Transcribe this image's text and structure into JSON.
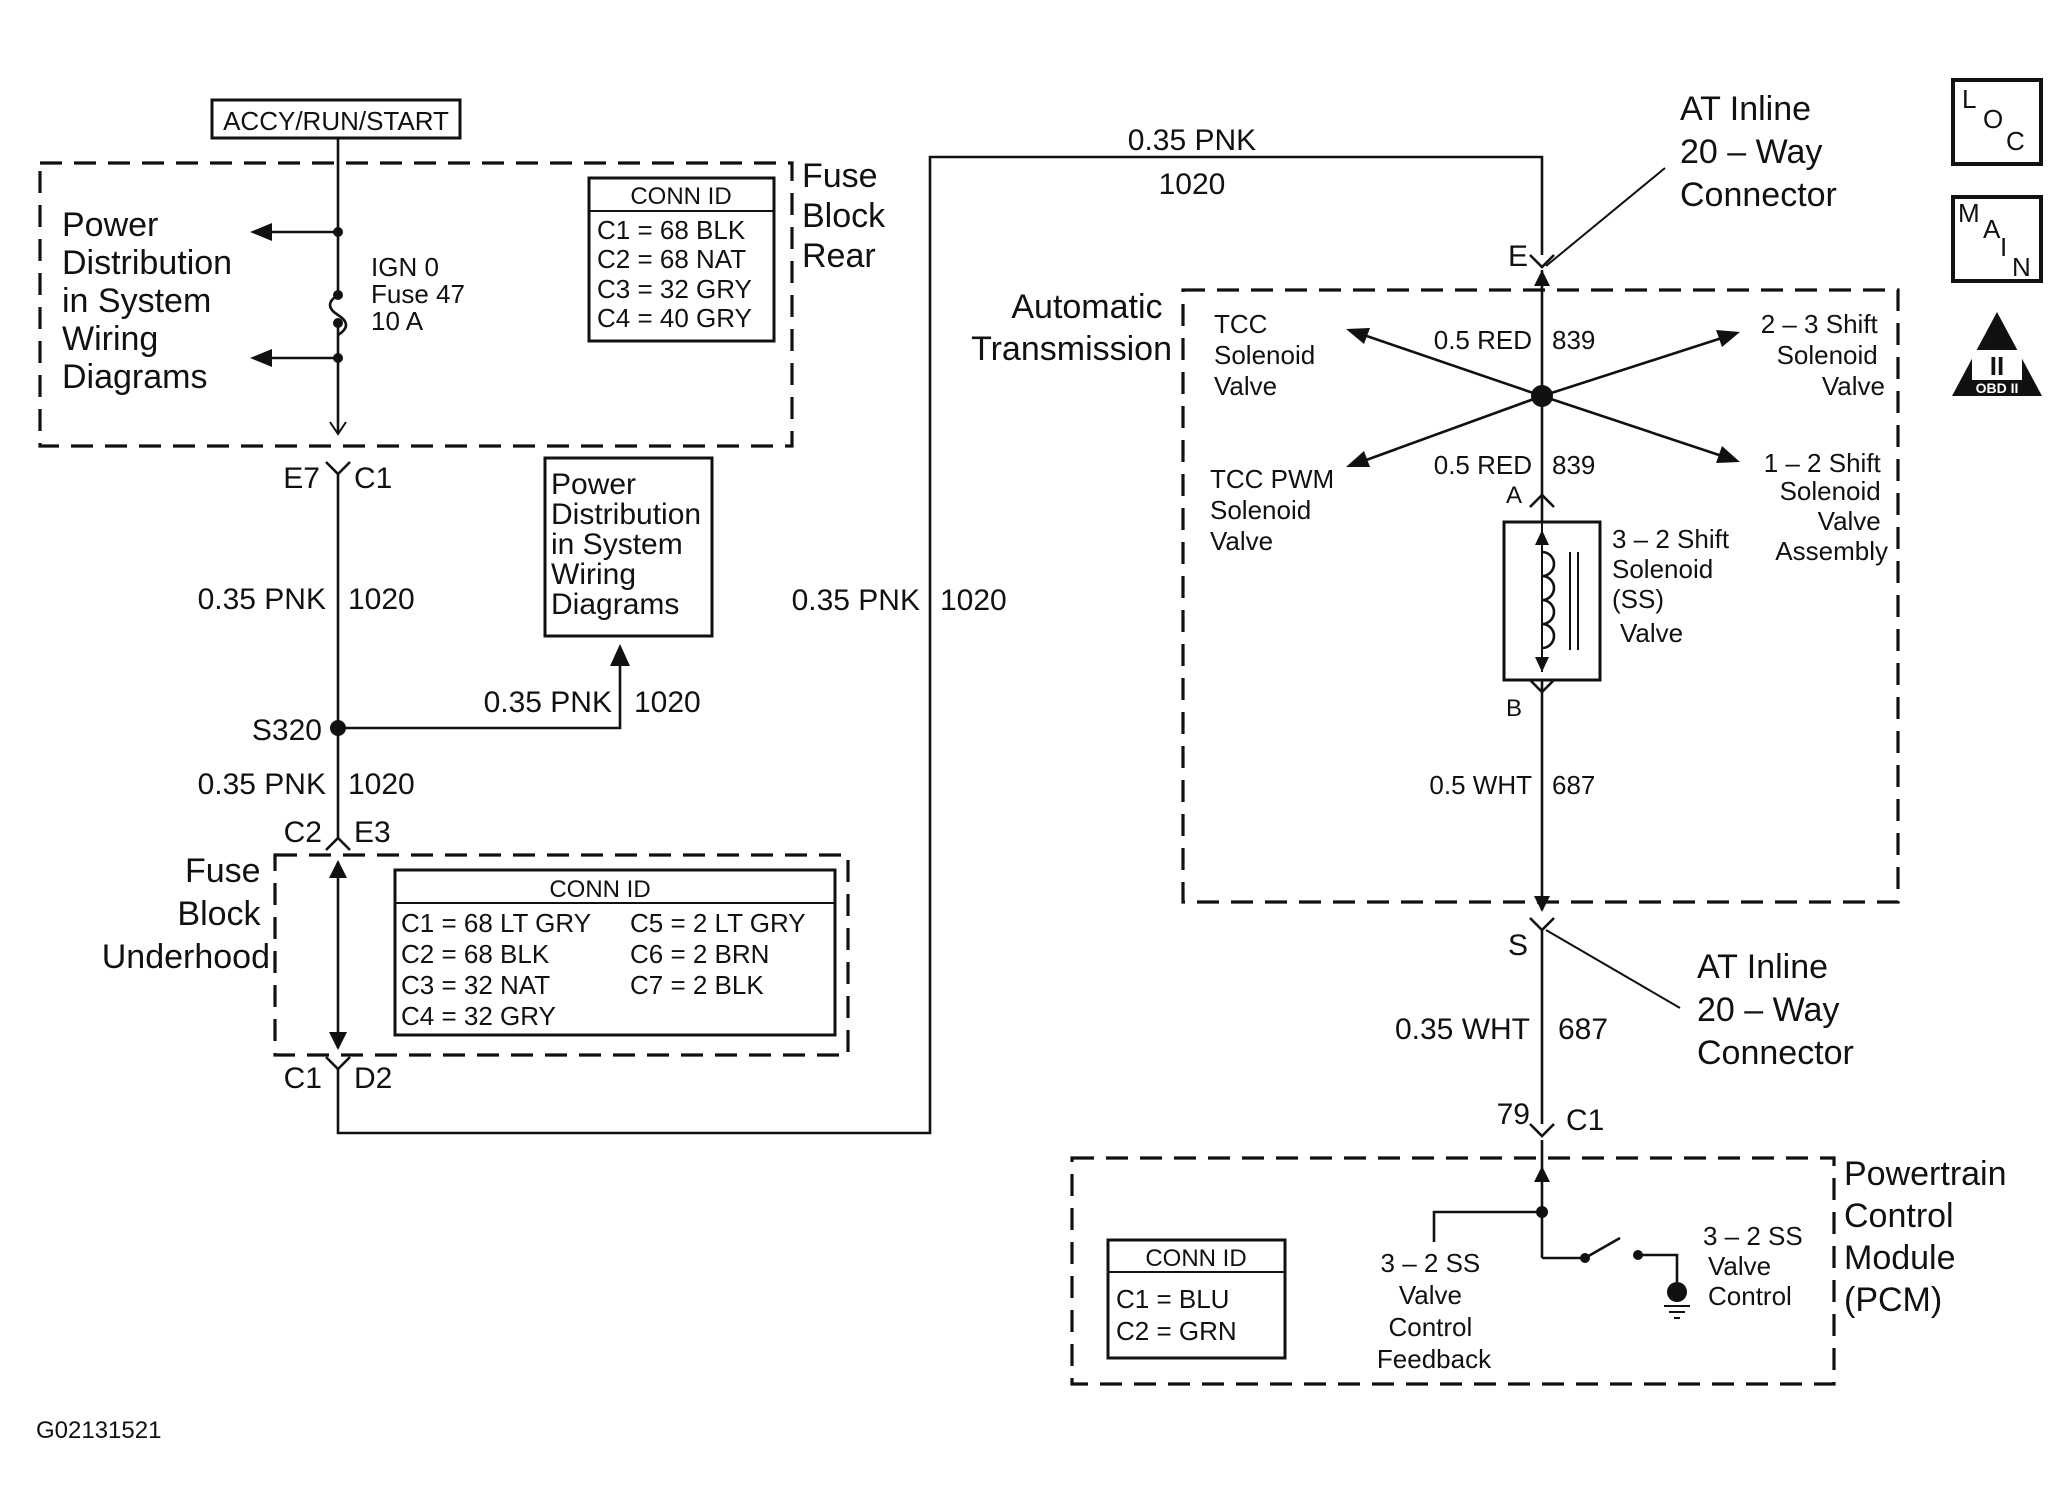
{
  "header": {
    "power_mode": "ACCY/RUN/START"
  },
  "fuse_block_rear": {
    "title": [
      "Fuse",
      "Block",
      "Rear"
    ],
    "conn_title": "CONN ID",
    "conn": [
      "C1 = 68 BLK",
      "C2 = 68 NAT",
      "C3 = 32 GRY",
      "C4 = 40 GRY"
    ],
    "fuse": [
      "IGN 0",
      "Fuse 47",
      "10 A"
    ],
    "power_dist": [
      "Power",
      "Distribution",
      "in System",
      "Wiring",
      "Diagrams"
    ]
  },
  "connector_e7_c1": {
    "left": "E7",
    "right": "C1"
  },
  "wire_left_1": {
    "gauge": "0.35 PNK",
    "circuit": "1020"
  },
  "power_dist_box": [
    "Power",
    "Distribution",
    "in System",
    "Wiring",
    "Diagrams"
  ],
  "splice": {
    "label": "S320"
  },
  "wire_branch": {
    "gauge": "0.35 PNK",
    "circuit": "1020"
  },
  "wire_left_2": {
    "gauge": "0.35 PNK",
    "circuit": "1020"
  },
  "connector_c2_e3": {
    "left": "C2",
    "right": "E3"
  },
  "fuse_block_underhood": {
    "title": [
      "Fuse",
      "Block",
      "Underhood"
    ],
    "conn_title": "CONN ID",
    "conn_left": [
      "C1 = 68 LT GRY",
      "C2 = 68 BLK",
      "C3 = 32 NAT",
      "C4 = 32 GRY"
    ],
    "conn_right": [
      "C5 = 2 LT GRY",
      "C6 = 2 BRN",
      "C7 = 2 BLK"
    ]
  },
  "connector_c1_d2": {
    "left": "C1",
    "right": "D2"
  },
  "wire_middle": {
    "gauge": "0.35 PNK",
    "circuit": "1020"
  },
  "wire_top": {
    "gauge": "0.35 PNK",
    "circuit": "1020"
  },
  "at_inline_top": {
    "label": [
      "AT Inline",
      "20 – Way",
      "Connector"
    ],
    "pin": "E"
  },
  "automatic_transmission": {
    "title": [
      "Automatic",
      "Transmission"
    ],
    "tcc_solenoid": [
      "TCC",
      "Solenoid",
      "Valve"
    ],
    "tcc_pwm": [
      "TCC PWM",
      "Solenoid",
      "Valve"
    ],
    "shift_23": [
      "2 – 3 Shift",
      "Solenoid",
      "Valve"
    ],
    "shift_12": [
      "1 – 2 Shift",
      "Solenoid",
      "Valve",
      "Assembly"
    ],
    "wire_top": {
      "gauge": "0.5 RED",
      "circuit": "839"
    },
    "wire_mid": {
      "gauge": "0.5 RED",
      "circuit": "839"
    },
    "pin_a": "A",
    "pin_b": "B",
    "shift_32": [
      "3 – 2 Shift",
      "Solenoid",
      "(SS)",
      "Valve"
    ],
    "wire_bottom": {
      "gauge": "0.5 WHT",
      "circuit": "687"
    }
  },
  "at_inline_bottom": {
    "label": [
      "AT Inline",
      "20 – Way",
      "Connector"
    ],
    "pin": "S"
  },
  "wire_pcm": {
    "gauge": "0.35 WHT",
    "circuit": "687"
  },
  "connector_pcm": {
    "pin": "79",
    "conn": "C1"
  },
  "pcm": {
    "title": [
      "Powertrain",
      "Control",
      "Module",
      "(PCM)"
    ],
    "conn_title": "CONN ID",
    "conn": [
      "C1 = BLU",
      "C2 = GRN"
    ],
    "feedback": [
      "3 – 2 SS",
      "Valve",
      "Control",
      "Feedback"
    ],
    "control": [
      "3 – 2 SS",
      "Valve",
      "Control"
    ]
  },
  "icons": {
    "loc": [
      "L",
      "O",
      "C"
    ],
    "main": [
      "M",
      "A",
      "I",
      "N"
    ],
    "obd": [
      "II",
      "OBD II"
    ]
  },
  "figure_id": "G02131521"
}
